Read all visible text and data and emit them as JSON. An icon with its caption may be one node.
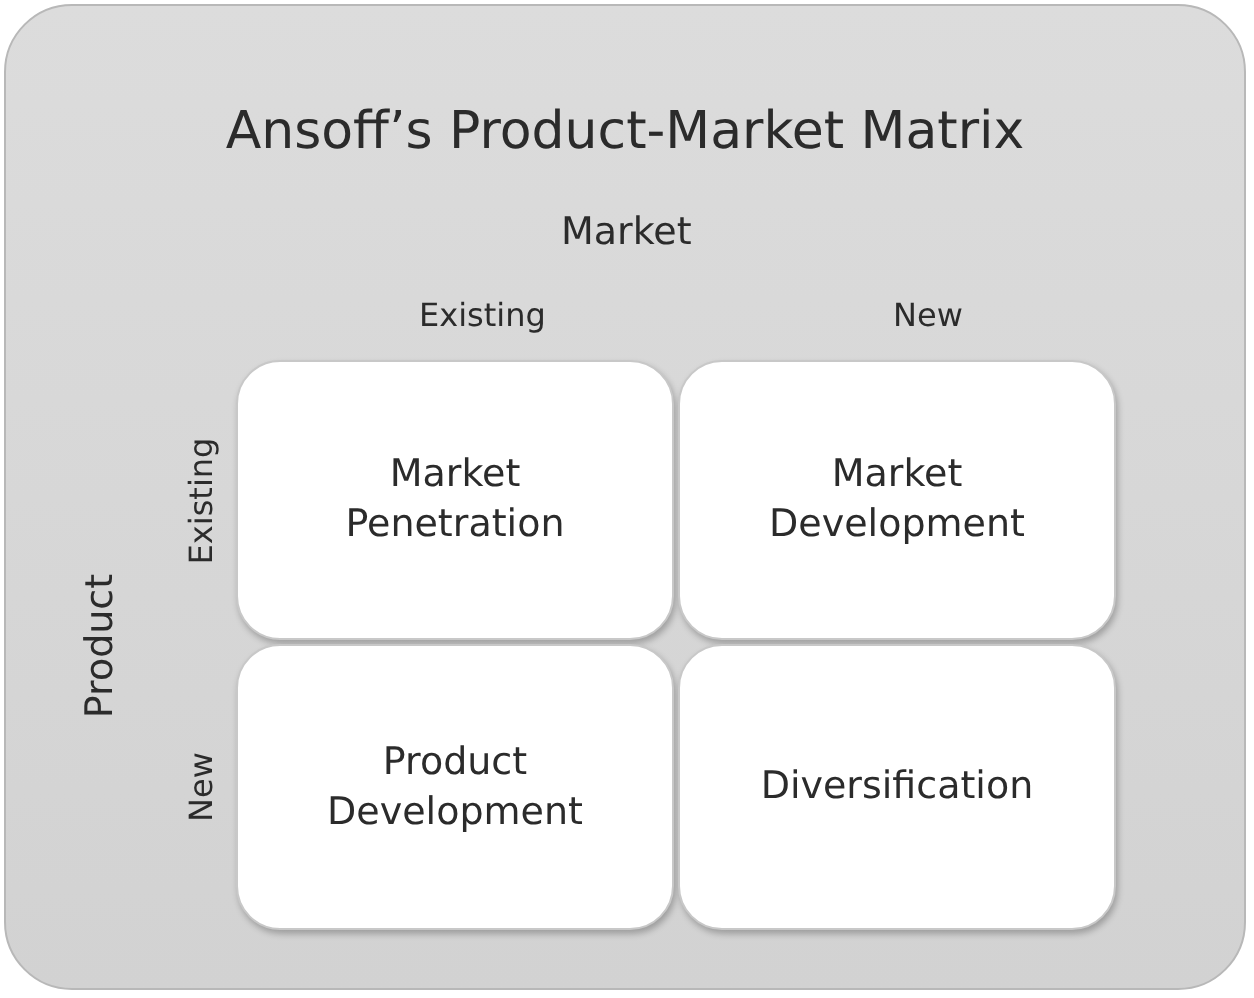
{
  "diagram": {
    "nodes": [
      {
        "text": [
          "Ansoff’s Product-Market Matrix"
        ]
      },
      {
        "text": [
          "Market Penetration"
        ],
        "in": 0
      },
      {
        "text": [
          "Market Development"
        ],
        "in": 0
      },
      {
        "text": [
          "Product Development"
        ],
        "in": 0
      },
      {
        "text": [
          "Diversification"
        ],
        "in": 0
      }
    ],
    "labels": [
      "Market",
      "Existing",
      "New",
      "Existing",
      "New",
      "Product"
    ]
  }
}
